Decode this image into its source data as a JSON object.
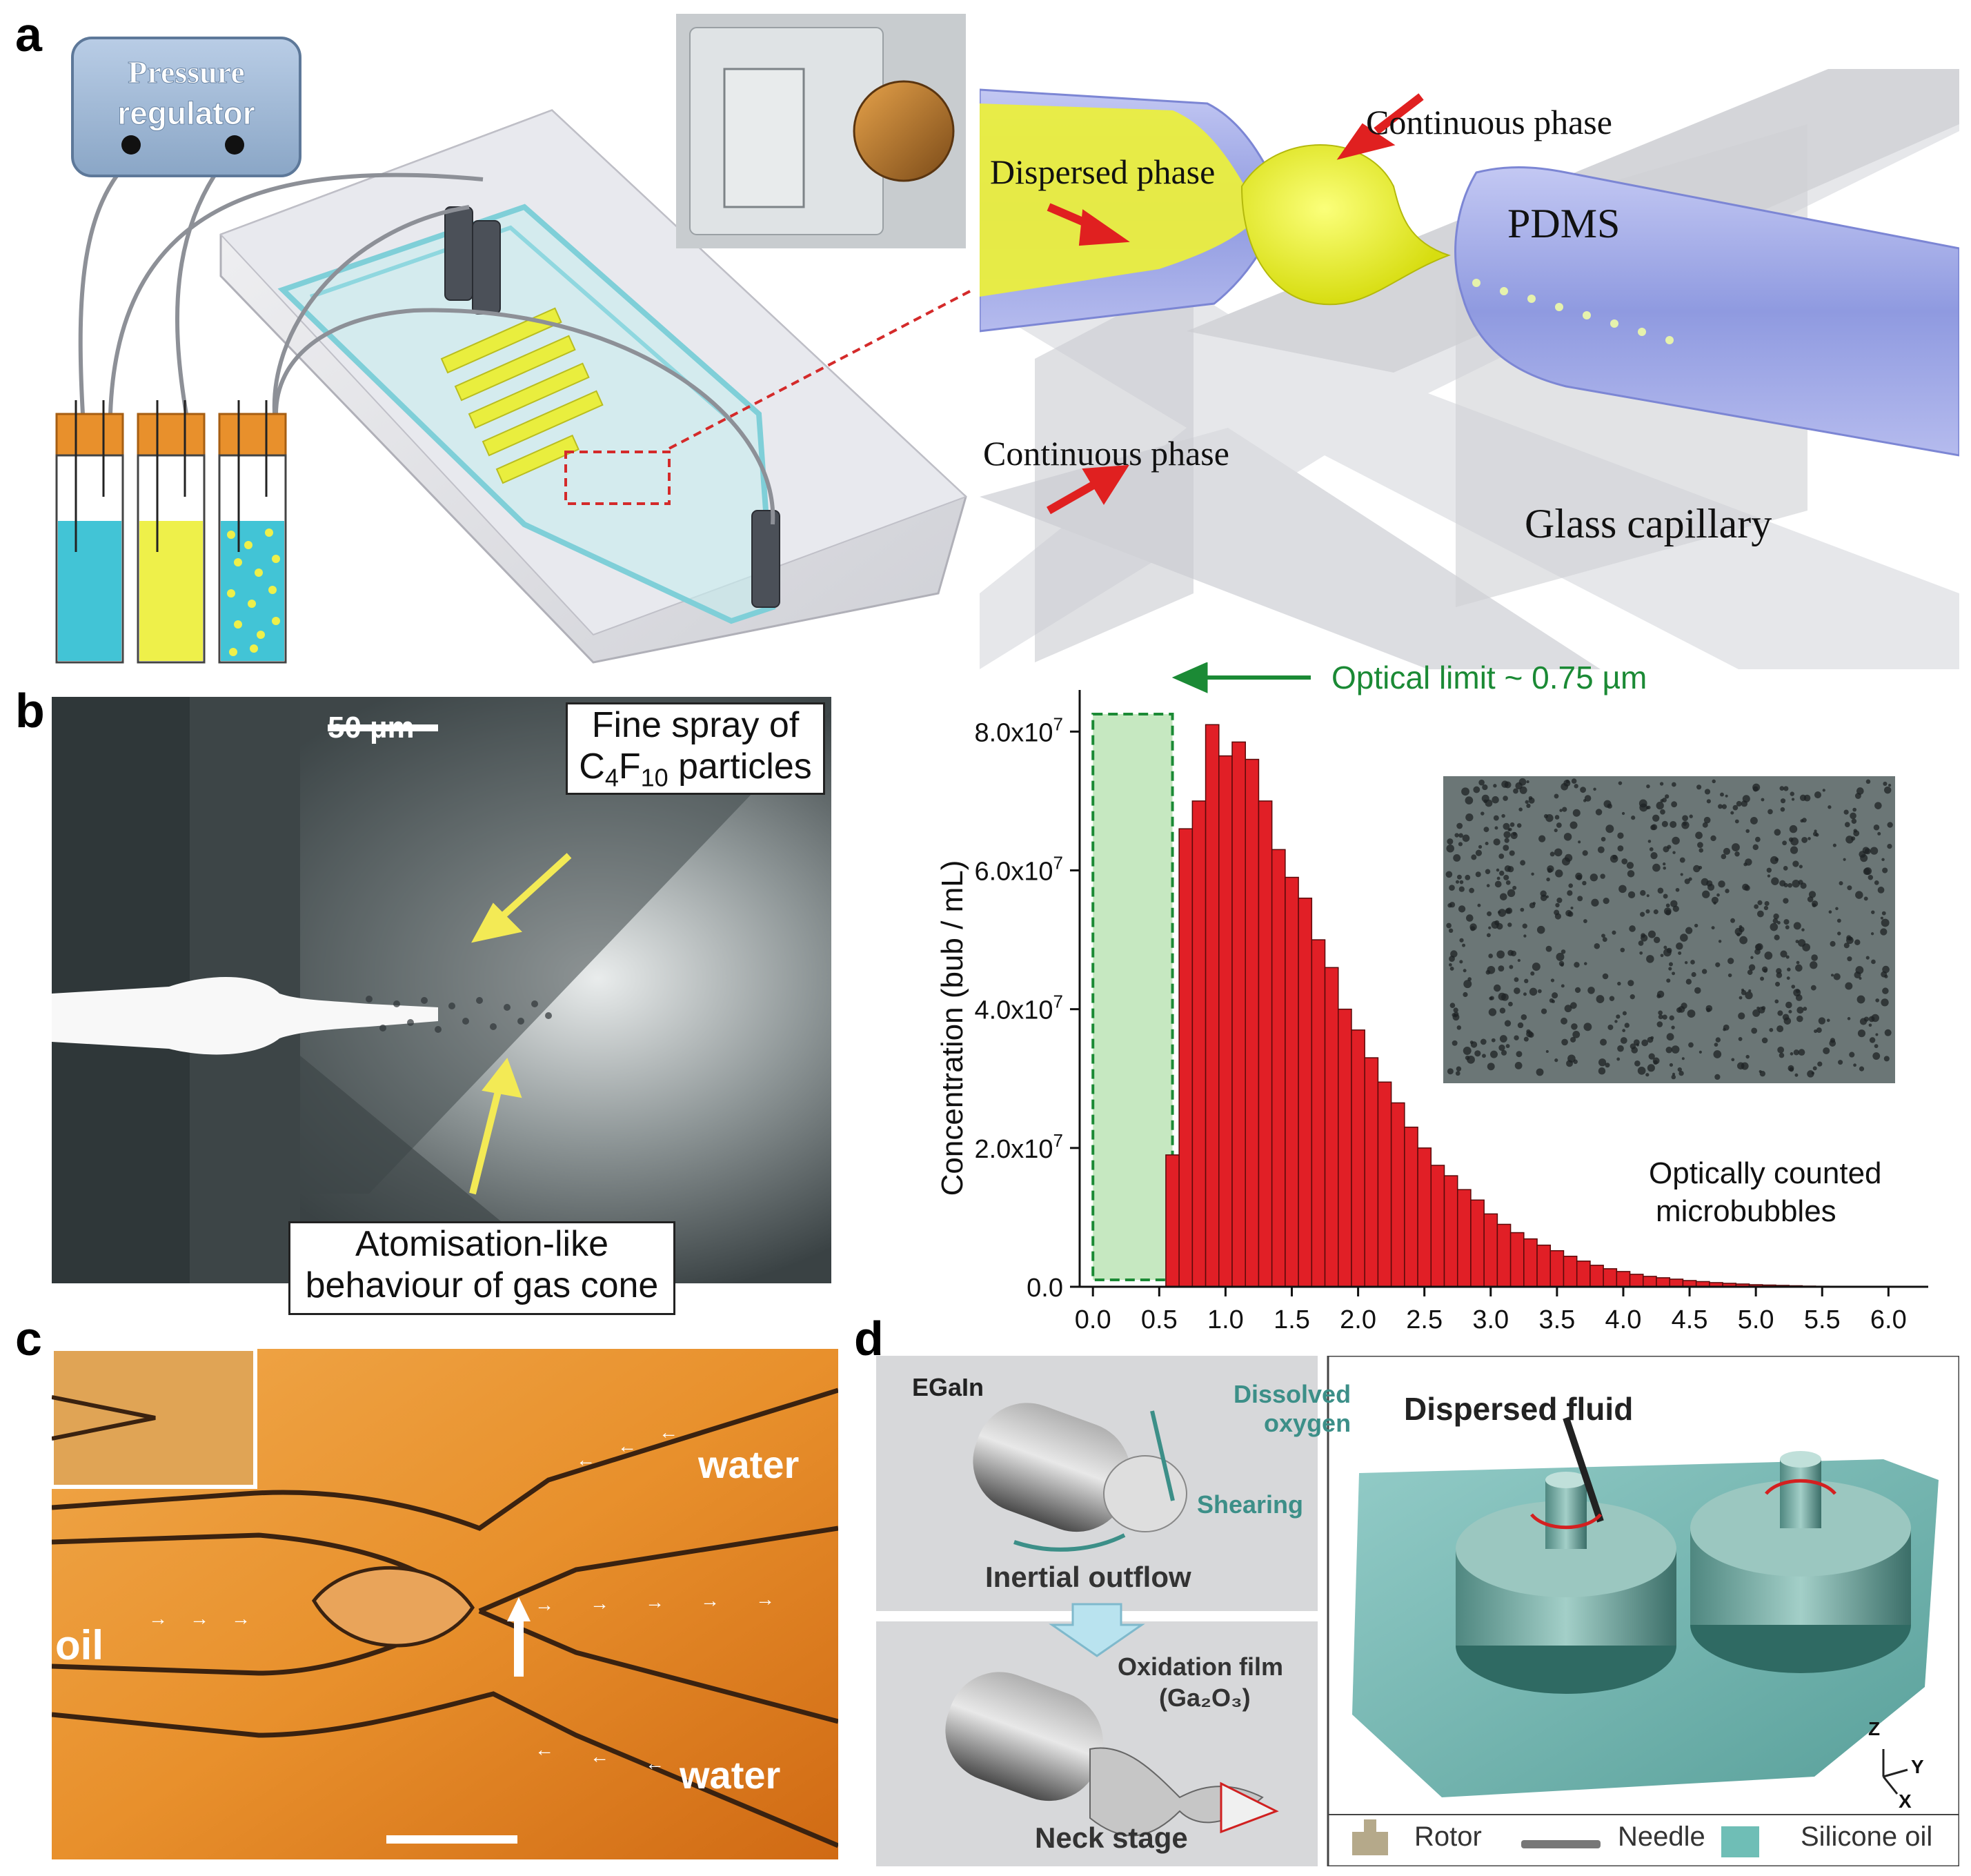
{
  "panel_labels": {
    "a": "a",
    "b": "b",
    "c": "c",
    "d": "d"
  },
  "panel_a": {
    "pressure_regulator": [
      "Pressure",
      "regulator"
    ],
    "dispersed_phase": "Dispersed phase",
    "continuous_phase_top": "Continuous phase",
    "continuous_phase_bottom": "Continuous phase",
    "pdms": "PDMS",
    "glass_capillary": "Glass capillary",
    "colors": {
      "yellow": "#eef04a",
      "cyan": "#42c4d6",
      "blue_capillary": "#9aa6e8",
      "arrow": "#e02020",
      "pdms_gray": "#d6d7dc"
    }
  },
  "panel_b_image": {
    "scale_bar": "50 µm",
    "spray_label_line1": "Fine spray of",
    "spray_label_line2_prefix": "C",
    "spray_sub1": "4",
    "spray_mid": "F",
    "spray_sub2": "10",
    "spray_suffix": " particles",
    "atomisation_line1": "Atomisation-like",
    "atomisation_line2": "behaviour of gas cone"
  },
  "panel_b_chart": {
    "optical_limit": "Optical limit ~ 0.75 µm",
    "ylabel": "Concentration (bub / mL)",
    "inset_caption_line1": "Optically counted",
    "inset_caption_line2": "microbubbles"
  },
  "chart_data": {
    "type": "bar",
    "title": "",
    "xlabel": "",
    "ylabel": "Concentration (bub / mL)",
    "xlim": [
      -0.1,
      6.3
    ],
    "ylim": [
      0,
      86000000.0
    ],
    "x_ticks": [
      "0.0",
      "0.5",
      "1.0",
      "1.5",
      "2.0",
      "2.5",
      "3.0",
      "3.5",
      "4.0",
      "4.5",
      "5.0",
      "5.5",
      "6.0"
    ],
    "y_ticks": [
      {
        "value": 0,
        "mantissa": "0.0",
        "exp": ""
      },
      {
        "value": 20000000.0,
        "mantissa": "2.0x10",
        "exp": "7"
      },
      {
        "value": 40000000.0,
        "mantissa": "4.0x10",
        "exp": "7"
      },
      {
        "value": 60000000.0,
        "mantissa": "6.0x10",
        "exp": "7"
      },
      {
        "value": 80000000.0,
        "mantissa": "8.0x10",
        "exp": "7"
      }
    ],
    "bin_width": 0.1,
    "x": [
      0.6,
      0.7,
      0.8,
      0.9,
      1.0,
      1.1,
      1.2,
      1.3,
      1.4,
      1.5,
      1.6,
      1.7,
      1.8,
      1.9,
      2.0,
      2.1,
      2.2,
      2.3,
      2.4,
      2.5,
      2.6,
      2.7,
      2.8,
      2.9,
      3.0,
      3.1,
      3.2,
      3.3,
      3.4,
      3.5,
      3.6,
      3.7,
      3.8,
      3.9,
      4.0,
      4.1,
      4.2,
      4.3,
      4.4,
      4.5,
      4.6,
      4.7,
      4.8,
      4.9,
      5.0,
      5.1,
      5.2,
      5.3,
      5.4,
      5.5
    ],
    "values": [
      19000000.0,
      66000000.0,
      70000000.0,
      81000000.0,
      76500000.0,
      78500000.0,
      76000000.0,
      70000000.0,
      63000000.0,
      59000000.0,
      56000000.0,
      50000000.0,
      46000000.0,
      40000000.0,
      37000000.0,
      33000000.0,
      29500000.0,
      26500000.0,
      23000000.0,
      20000000.0,
      17500000.0,
      16000000.0,
      14000000.0,
      12500000.0,
      10500000.0,
      9000000.0,
      7800000.0,
      6900000.0,
      6000000.0,
      5200000.0,
      4400000.0,
      3700000.0,
      3100000.0,
      2600000.0,
      2200000.0,
      1800000.0,
      1500000.0,
      1300000.0,
      1100000.0,
      900000.0,
      750000.0,
      600000.0,
      500000.0,
      400000.0,
      300000.0,
      250000.0,
      200000.0,
      150000.0,
      100000.0,
      80000.0
    ],
    "optical_limit_region": [
      0.0,
      0.6
    ],
    "grid": false,
    "bar_color": "#e11f26",
    "region_color": "#b8e2b2"
  },
  "panel_c": {
    "oil": "oil",
    "water_top": "water",
    "water_bottom": "water"
  },
  "panel_d": {
    "egain": "EGaIn",
    "dissolved_oxygen_1": "Dissolved",
    "dissolved_oxygen_2": "oxygen",
    "shearing": "Shearing",
    "inertial_outflow": "Inertial outflow",
    "oxidation_film": "Oxidation film",
    "ga2o3": "(Ga₂O₃)",
    "neck_stage": "Neck stage",
    "dispersed_fluid": "Dispersed fluid",
    "axis_z": "Z",
    "axis_y": "Y",
    "axis_x": "X",
    "legend_rotor": "Rotor",
    "legend_needle": "Needle",
    "legend_silicone": "Silicone oil"
  }
}
